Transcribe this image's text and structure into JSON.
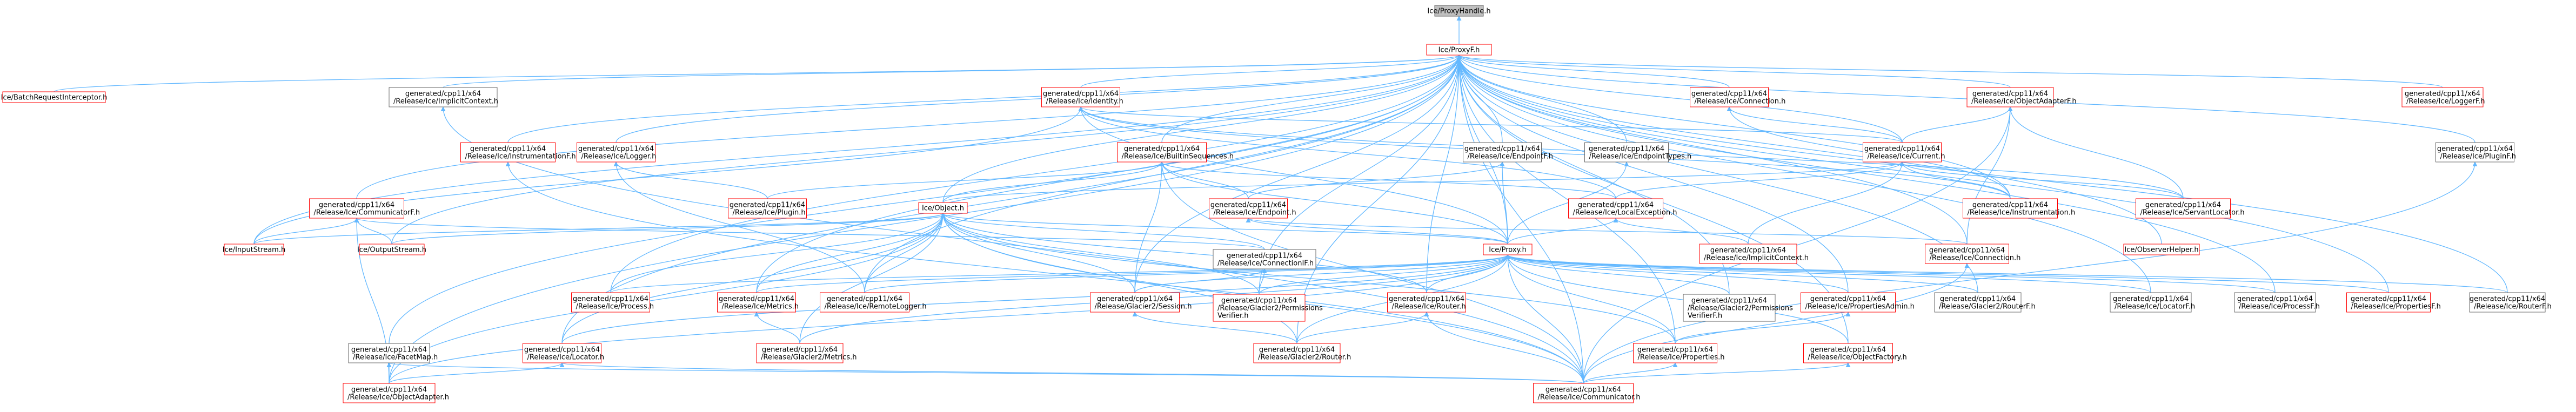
{
  "graph": {
    "colors": {
      "edge": "#63B8FF",
      "border_red": "#FF0000",
      "border_gray": "#666666",
      "root_fill": "#BFBFBF",
      "node_fill": "#FFFFFF"
    },
    "nodes": [
      {
        "id": "root",
        "lines": [
          "Ice/ProxyHandle.h"
        ],
        "kind": "root"
      },
      {
        "id": "proxyf",
        "lines": [
          "Ice/ProxyF.h"
        ],
        "kind": "red"
      },
      {
        "id": "batch",
        "lines": [
          "Ice/BatchRequestInterceptor.h"
        ],
        "kind": "red"
      },
      {
        "id": "implicit",
        "lines": [
          "generated/cpp11/x64",
          "/Release/Ice/ImplicitContext.h"
        ],
        "kind": "gray"
      },
      {
        "id": "identity",
        "lines": [
          "generated/cpp11/x64",
          "/Release/Ice/Identity.h"
        ],
        "kind": "red"
      },
      {
        "id": "connection",
        "lines": [
          "generated/cpp11/x64",
          "/Release/Ice/Connection.h"
        ],
        "kind": "red"
      },
      {
        "id": "objadapterf",
        "lines": [
          "generated/cpp11/x64",
          "/Release/Ice/ObjectAdapterF.h"
        ],
        "kind": "red"
      },
      {
        "id": "loggerf",
        "lines": [
          "generated/cpp11/x64",
          "/Release/Ice/LoggerF.h"
        ],
        "kind": "red"
      },
      {
        "id": "builtin",
        "lines": [
          "generated/cpp11/x64",
          "/Release/Ice/BuiltinSequences.h"
        ],
        "kind": "red"
      },
      {
        "id": "endpointf",
        "lines": [
          "generated/cpp11/x64",
          "/Release/Ice/EndpointF.h"
        ],
        "kind": "gray"
      },
      {
        "id": "endpointtypes",
        "lines": [
          "generated/cpp11/x64",
          "/Release/Ice/EndpointTypes.h"
        ],
        "kind": "gray"
      },
      {
        "id": "current",
        "lines": [
          "generated/cpp11/x64",
          "/Release/Ice/Current.h"
        ],
        "kind": "red"
      },
      {
        "id": "pluginf",
        "lines": [
          "generated/cpp11/x64",
          "/Release/Ice/PluginF.h"
        ],
        "kind": "gray"
      },
      {
        "id": "instrumentationf",
        "lines": [
          "generated/cpp11/x64",
          "/Release/Ice/InstrumentationF.h"
        ],
        "kind": "red"
      },
      {
        "id": "logger",
        "lines": [
          "generated/cpp11/x64",
          "/Release/Ice/Logger.h"
        ],
        "kind": "red"
      },
      {
        "id": "communicatorf",
        "lines": [
          "generated/cpp11/x64",
          "/Release/Ice/CommunicatorF.h"
        ],
        "kind": "red"
      },
      {
        "id": "plugin",
        "lines": [
          "generated/cpp11/x64",
          "/Release/Ice/Plugin.h"
        ],
        "kind": "red"
      },
      {
        "id": "endpoint",
        "lines": [
          "generated/cpp11/x64",
          "/Release/Ice/Endpoint.h"
        ],
        "kind": "red"
      },
      {
        "id": "localexception",
        "lines": [
          "generated/cpp11/x64",
          "/Release/Ice/LocalException.h"
        ],
        "kind": "red"
      },
      {
        "id": "instrumentation",
        "lines": [
          "generated/cpp11/x64",
          "/Release/Ice/Instrumentation.h"
        ],
        "kind": "red"
      },
      {
        "id": "servantlocator",
        "lines": [
          "generated/cpp11/x64",
          "/Release/Ice/ServantLocator.h"
        ],
        "kind": "red"
      },
      {
        "id": "object",
        "lines": [
          "Ice/Object.h"
        ],
        "kind": "red"
      },
      {
        "id": "inputstream",
        "lines": [
          "Ice/InputStream.h"
        ],
        "kind": "red"
      },
      {
        "id": "outputstream",
        "lines": [
          "Ice/OutputStream.h"
        ],
        "kind": "red"
      },
      {
        "id": "connectionif",
        "lines": [
          "generated/cpp11/x64",
          "/Release/Ice/ConnectionIF.h"
        ],
        "kind": "gray"
      },
      {
        "id": "implicitcontext2",
        "lines": [
          "generated/cpp11/x64",
          "/Release/Ice/ImplicitContext.h"
        ],
        "kind": "red"
      },
      {
        "id": "connectionh",
        "lines": [
          "generated/cpp11/x64",
          "/Release/Ice/Connection.h"
        ],
        "kind": "red"
      },
      {
        "id": "observerhelper",
        "lines": [
          "Ice/ObserverHelper.h"
        ],
        "kind": "red"
      },
      {
        "id": "proxy",
        "lines": [
          "Ice/Proxy.h"
        ],
        "kind": "red"
      },
      {
        "id": "process",
        "lines": [
          "generated/cpp11/x64",
          "/Release/Ice/Process.h"
        ],
        "kind": "red"
      },
      {
        "id": "metrics",
        "lines": [
          "generated/cpp11/x64",
          "/Release/Ice/Metrics.h"
        ],
        "kind": "red"
      },
      {
        "id": "remotelogger",
        "lines": [
          "generated/cpp11/x64",
          "/Release/Ice/RemoteLogger.h"
        ],
        "kind": "red"
      },
      {
        "id": "g2session",
        "lines": [
          "generated/cpp11/x64",
          "/Release/Glacier2/Session.h"
        ],
        "kind": "red"
      },
      {
        "id": "g2perm",
        "lines": [
          "generated/cpp11/x64",
          "/Release/Glacier2/Permissions",
          "Verifier.h"
        ],
        "kind": "red"
      },
      {
        "id": "router",
        "lines": [
          "generated/cpp11/x64",
          "/Release/Ice/Router.h"
        ],
        "kind": "red"
      },
      {
        "id": "g2permf",
        "lines": [
          "generated/cpp11/x64",
          "/Release/Glacier2/Permissions",
          "VerifierF.h"
        ],
        "kind": "gray"
      },
      {
        "id": "propadmin",
        "lines": [
          "generated/cpp11/x64",
          "/Release/Ice/PropertiesAdmin.h"
        ],
        "kind": "red"
      },
      {
        "id": "g2routerf",
        "lines": [
          "generated/cpp11/x64",
          "/Release/Glacier2/RouterF.h"
        ],
        "kind": "gray"
      },
      {
        "id": "locatorf",
        "lines": [
          "generated/cpp11/x64",
          "/Release/Ice/LocatorF.h"
        ],
        "kind": "gray"
      },
      {
        "id": "processf",
        "lines": [
          "generated/cpp11/x64",
          "/Release/Ice/ProcessF.h"
        ],
        "kind": "gray"
      },
      {
        "id": "propertiesf",
        "lines": [
          "generated/cpp11/x64",
          "/Release/Ice/PropertiesF.h"
        ],
        "kind": "red"
      },
      {
        "id": "routerf",
        "lines": [
          "generated/cpp11/x64",
          "/Release/Ice/RouterF.h"
        ],
        "kind": "gray"
      },
      {
        "id": "facetmap",
        "lines": [
          "generated/cpp11/x64",
          "/Release/Ice/FacetMap.h"
        ],
        "kind": "gray"
      },
      {
        "id": "locator",
        "lines": [
          "generated/cpp11/x64",
          "/Release/Ice/Locator.h"
        ],
        "kind": "red"
      },
      {
        "id": "g2metrics",
        "lines": [
          "generated/cpp11/x64",
          "/Release/Glacier2/Metrics.h"
        ],
        "kind": "red"
      },
      {
        "id": "g2router",
        "lines": [
          "generated/cpp11/x64",
          "/Release/Glacier2/Router.h"
        ],
        "kind": "red"
      },
      {
        "id": "properties",
        "lines": [
          "generated/cpp11/x64",
          "/Release/Ice/Properties.h"
        ],
        "kind": "red"
      },
      {
        "id": "objectfactory",
        "lines": [
          "generated/cpp11/x64",
          "/Release/Ice/ObjectFactory.h"
        ],
        "kind": "red"
      },
      {
        "id": "objectadapter",
        "lines": [
          "generated/cpp11/x64",
          "/Release/Ice/ObjectAdapter.h"
        ],
        "kind": "red"
      },
      {
        "id": "communicator",
        "lines": [
          "generated/cpp11/x64",
          "/Release/Ice/Communicator.h"
        ],
        "kind": "red"
      }
    ],
    "edges": [
      [
        "root",
        "proxyf"
      ],
      [
        "proxyf",
        "batch"
      ],
      [
        "proxyf",
        "implicit"
      ],
      [
        "proxyf",
        "identity"
      ],
      [
        "proxyf",
        "connection"
      ],
      [
        "proxyf",
        "objadapterf"
      ],
      [
        "proxyf",
        "loggerf"
      ],
      [
        "proxyf",
        "builtin"
      ],
      [
        "proxyf",
        "endpointf"
      ],
      [
        "proxyf",
        "endpointtypes"
      ],
      [
        "proxyf",
        "current"
      ],
      [
        "proxyf",
        "pluginf"
      ],
      [
        "proxyf",
        "instrumentationf"
      ],
      [
        "proxyf",
        "logger"
      ],
      [
        "proxyf",
        "communicatorf"
      ],
      [
        "proxyf",
        "object"
      ],
      [
        "proxyf",
        "proxy"
      ],
      [
        "proxyf",
        "inputstream"
      ],
      [
        "proxyf",
        "outputstream"
      ],
      [
        "proxyf",
        "observerhelper"
      ],
      [
        "proxyf",
        "process"
      ],
      [
        "proxyf",
        "metrics"
      ],
      [
        "proxyf",
        "remotelogger"
      ],
      [
        "proxyf",
        "g2session"
      ],
      [
        "proxyf",
        "g2perm"
      ],
      [
        "proxyf",
        "router"
      ],
      [
        "proxyf",
        "g2permf"
      ],
      [
        "proxyf",
        "propadmin"
      ],
      [
        "proxyf",
        "g2routerf"
      ],
      [
        "proxyf",
        "locatorf"
      ],
      [
        "proxyf",
        "processf"
      ],
      [
        "proxyf",
        "propertiesf"
      ],
      [
        "proxyf",
        "routerf"
      ],
      [
        "proxyf",
        "facetmap"
      ],
      [
        "proxyf",
        "locator"
      ],
      [
        "proxyf",
        "g2router"
      ],
      [
        "proxyf",
        "properties"
      ],
      [
        "proxyf",
        "objectfactory"
      ],
      [
        "proxyf",
        "objectadapter"
      ],
      [
        "proxyf",
        "communicator"
      ],
      [
        "proxyf",
        "connectionh"
      ],
      [
        "proxyf",
        "instrumentation"
      ],
      [
        "implicit",
        "communicator"
      ],
      [
        "identity",
        "current"
      ],
      [
        "identity",
        "inputstream"
      ],
      [
        "identity",
        "instrumentation"
      ],
      [
        "identity",
        "servantlocator"
      ],
      [
        "identity",
        "proxy"
      ],
      [
        "identity",
        "localexception"
      ],
      [
        "connection",
        "current"
      ],
      [
        "connection",
        "instrumentation"
      ],
      [
        "objadapterf",
        "current"
      ],
      [
        "objadapterf",
        "servantlocator"
      ],
      [
        "objadapterf",
        "connectionh"
      ],
      [
        "objadapterf",
        "communicator"
      ],
      [
        "builtin",
        "localexception"
      ],
      [
        "builtin",
        "endpoint"
      ],
      [
        "builtin",
        "plugin"
      ],
      [
        "builtin",
        "object"
      ],
      [
        "builtin",
        "g2session"
      ],
      [
        "builtin",
        "proxy"
      ],
      [
        "builtin",
        "communicator"
      ],
      [
        "endpointf",
        "endpoint"
      ],
      [
        "endpointf",
        "proxy"
      ],
      [
        "endpointtypes",
        "proxy"
      ],
      [
        "current",
        "instrumentation"
      ],
      [
        "current",
        "servantlocator"
      ],
      [
        "current",
        "object"
      ],
      [
        "current",
        "localexception"
      ],
      [
        "current",
        "implicitcontext2"
      ],
      [
        "pluginf",
        "communicator"
      ],
      [
        "instrumentationf",
        "communicator"
      ],
      [
        "logger",
        "plugin"
      ],
      [
        "logger",
        "remotelogger"
      ],
      [
        "communicatorf",
        "inputstream"
      ],
      [
        "communicatorf",
        "outputstream"
      ],
      [
        "communicatorf",
        "objectadapter"
      ],
      [
        "communicatorf",
        "connectionif"
      ],
      [
        "object",
        "inputstream"
      ],
      [
        "object",
        "outputstream"
      ],
      [
        "object",
        "proxy"
      ],
      [
        "object",
        "connectionif"
      ],
      [
        "object",
        "process"
      ],
      [
        "object",
        "metrics"
      ],
      [
        "object",
        "remotelogger"
      ],
      [
        "object",
        "g2session"
      ],
      [
        "object",
        "g2perm"
      ],
      [
        "object",
        "router"
      ],
      [
        "object",
        "locator"
      ],
      [
        "object",
        "properties"
      ],
      [
        "object",
        "g2metrics"
      ],
      [
        "object",
        "g2router"
      ],
      [
        "object",
        "objectadapter"
      ],
      [
        "object",
        "communicator"
      ],
      [
        "connectionif",
        "g2perm"
      ],
      [
        "connectionif",
        "g2session"
      ],
      [
        "localexception",
        "implicitcontext2"
      ],
      [
        "localexception",
        "proxy"
      ],
      [
        "endpoint",
        "proxy"
      ],
      [
        "endpoint",
        "connectionh"
      ],
      [
        "connectionh",
        "communicator"
      ],
      [
        "proxy",
        "process"
      ],
      [
        "proxy",
        "metrics"
      ],
      [
        "proxy",
        "remotelogger"
      ],
      [
        "proxy",
        "g2session"
      ],
      [
        "proxy",
        "g2perm"
      ],
      [
        "proxy",
        "router"
      ],
      [
        "proxy",
        "g2permf"
      ],
      [
        "proxy",
        "propadmin"
      ],
      [
        "proxy",
        "g2routerf"
      ],
      [
        "proxy",
        "locatorf"
      ],
      [
        "proxy",
        "processf"
      ],
      [
        "proxy",
        "propertiesf"
      ],
      [
        "proxy",
        "routerf"
      ],
      [
        "proxy",
        "locator"
      ],
      [
        "proxy",
        "g2metrics"
      ],
      [
        "proxy",
        "g2router"
      ],
      [
        "proxy",
        "properties"
      ],
      [
        "proxy",
        "objectfactory"
      ],
      [
        "proxy",
        "objectadapter"
      ],
      [
        "proxy",
        "communicator"
      ],
      [
        "metrics",
        "g2metrics"
      ],
      [
        "g2session",
        "g2router"
      ],
      [
        "router",
        "g2router"
      ],
      [
        "router",
        "communicator"
      ],
      [
        "propadmin",
        "properties"
      ],
      [
        "facetmap",
        "objectadapter"
      ],
      [
        "facetmap",
        "communicator"
      ],
      [
        "locator",
        "objectadapter"
      ],
      [
        "locator",
        "communicator"
      ],
      [
        "properties",
        "communicator"
      ],
      [
        "objectfactory",
        "communicator"
      ]
    ]
  }
}
